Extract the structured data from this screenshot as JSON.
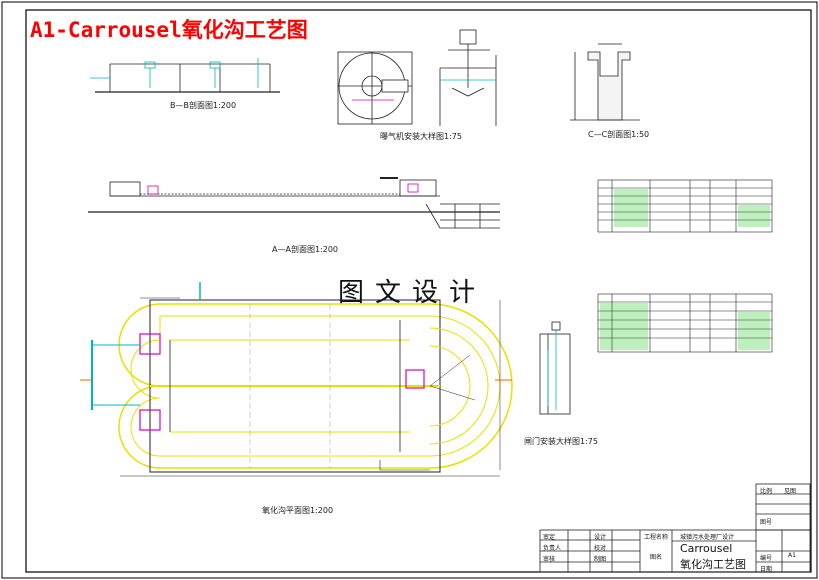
{
  "title": "A1-Carrousel氧化沟工艺图",
  "watermark": "图文设计",
  "labels": {
    "bb_section": "B—B剖面图1:200",
    "aerator_detail": "曝气机安装大样图1:75",
    "cc_section": "C—C剖面图1:50",
    "aa_section": "A—A剖面图1:200",
    "gate_detail": "闸门安装大样图1:75",
    "plan_view": "氧化沟平面图1:200"
  },
  "title_block": {
    "project_label": "工程名称",
    "project": "城镇污水处理厂设计",
    "drawing_name_label": "图名",
    "drawing_name_line1": "Carrousel",
    "drawing_name_line2": "氧化沟工艺图",
    "scale_label": "比例",
    "scale_value": "见图",
    "sheet_label": "图号",
    "drawing_no_label": "编号",
    "drawing_no": "A1",
    "date_label": "日期",
    "design_label": "设计",
    "check_label": "校对",
    "review_label": "审核",
    "approve_label": "审定",
    "leader_label": "负责人",
    "drawn_label": "制图"
  },
  "colors": {
    "frame": "#000000",
    "channel": "#e8e000",
    "pipe": "#00b4c8",
    "equipment": "#d000c0",
    "notes": "#00c000",
    "title": "#ff0000"
  }
}
